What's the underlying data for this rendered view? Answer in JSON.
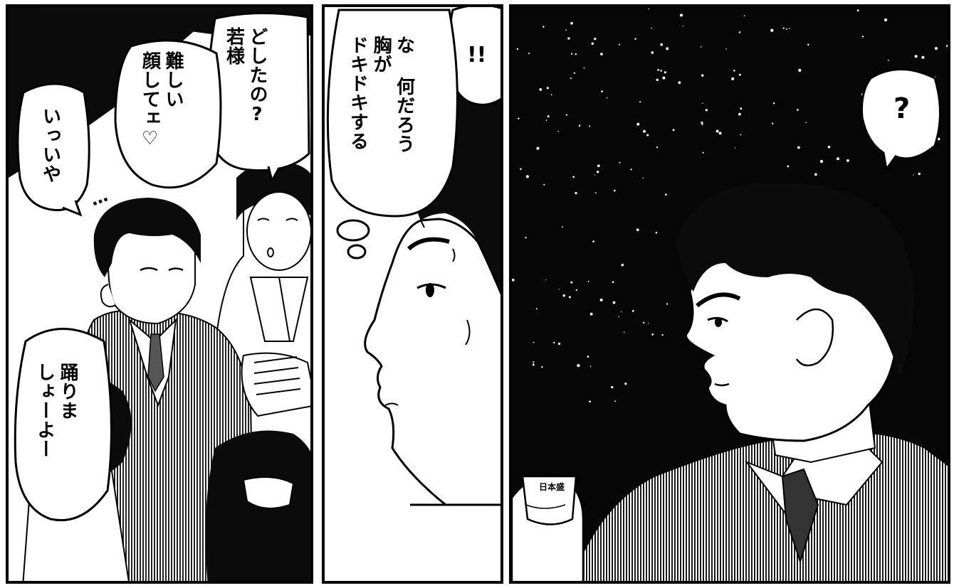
{
  "panels": [
    {
      "id": "left",
      "bubbles": {
        "doshitano": [
          "どしたの?",
          "若様"
        ],
        "muzukashii": [
          "難しい",
          "顔してェ♡"
        ],
        "iiiya": [
          "いっいや"
        ],
        "odori": [
          "踊りま",
          "しょーよー"
        ]
      },
      "ellipsis": "…"
    },
    {
      "id": "middle",
      "bubbles": {
        "exclaim": "!!",
        "thought": [
          "な 何だろう",
          "胸が",
          "ドキドキする"
        ]
      }
    },
    {
      "id": "right",
      "bubbles": {
        "question": "?"
      },
      "cup_text": "日本盛"
    }
  ]
}
